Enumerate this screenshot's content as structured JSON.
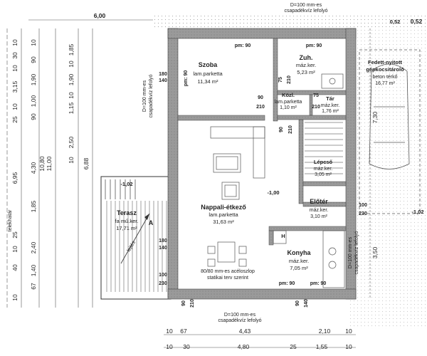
{
  "rooms": {
    "szoba": {
      "name": "Szoba",
      "floor": "lam.parketta",
      "area": "11,34 m²"
    },
    "zuh": {
      "name": "Zuh.",
      "floor": "máz.ker.",
      "area": "5,23 m²"
    },
    "kozl": {
      "name": "Közl.",
      "floor": "lam.parketta",
      "area": "1,10 m²"
    },
    "tar": {
      "name": "Tár",
      "floor": "máz.ker.",
      "area": "1,76 m²"
    },
    "nappali": {
      "name": "Nappali-étkező",
      "floor": "lam.parketta",
      "area": "31,63 m²"
    },
    "lepcso": {
      "name": "Lépcső",
      "floor": "máz.ker.",
      "area": "3,05 m²"
    },
    "eloter": {
      "name": "Előtér",
      "floor": "máz.ker.",
      "area": "3,10 m²"
    },
    "konyha": {
      "name": "Konyha",
      "floor": "máz.ker.",
      "area": "7,05 m²"
    },
    "terasz": {
      "name": "Terasz",
      "floor": "fa mű.ker.",
      "area": "17,71 m²"
    },
    "gepkocsi": {
      "line1": "Fedett-nyitott",
      "line2": "gépkocsitároló",
      "floor": "beton térkő",
      "area": "16,77 m²"
    }
  },
  "annotations": {
    "csap_top_a": "D=100 mm-es",
    "csap_top_b": "csapadékvíz lefolyó",
    "csap_left_a": "D=100 mm-es",
    "csap_left_b": "csapadékvíz lefolyó",
    "csap_right_a": "D=100 mm-es",
    "csap_right_b": "csapadékvíz lefolyó",
    "csap_bottom_a": "D=100 mm-es",
    "csap_bottom_b": "csapadékvíz lefolyó",
    "pillar_a": "80/80 mm-es acéloszlop",
    "pillar_b": "statikai terv szerint",
    "telekhatar": "telekhatár",
    "lejto": "lejtés",
    "section_marker": "A",
    "kitchen_h": "H"
  },
  "levels": {
    "terasz": "-1,02",
    "nappali": "-1,00",
    "right": "-1,02",
    "top_right": "0,52"
  },
  "openings": {
    "pm90_szoba": "pm: 90",
    "pm90_zuh": "pm: 90",
    "pm90_konyha": "pm: 90",
    "pm90_bottom": "pm: 90",
    "pm90_left": "pm: 90"
  },
  "dims": {
    "top_600": "6,00",
    "top_right_052": "0,52",
    "b1": [
      "10",
      "67",
      "4,43",
      "2,10",
      "10"
    ],
    "b2": [
      "10",
      "30",
      "4,80",
      "25",
      "1,55",
      "10"
    ],
    "v_far_left": [
      "10",
      "30",
      "10",
      "3,15",
      "10",
      "25",
      "6,95",
      "25",
      "10",
      "40",
      "10"
    ],
    "v_left2": [
      "10",
      "90",
      "1,90",
      "1,00",
      "90",
      "4,30",
      "1,85",
      "2,40",
      "1,40",
      "67"
    ],
    "v_left3": [
      "11,00",
      "10,80"
    ],
    "v_left4": [
      "1,85",
      "10",
      "1,90",
      "10",
      "1,15",
      "2,50",
      "10",
      "6,88"
    ],
    "v_right": [
      "7,30",
      "3,50"
    ],
    "door_180_a": "180",
    "door_140_a": "140",
    "door_90_a": "90",
    "door_210_a": "210",
    "door_75": "75",
    "door_210_b": "210",
    "door_210_c": "210",
    "door_90_b": "90",
    "door_75_b": "75",
    "door_100_a": "100",
    "door_230_a": "230",
    "door_180_b": "180",
    "door_140_b": "140",
    "door_100_b": "100",
    "door_230_b": "230",
    "door_90_c": "90",
    "door_210_d": "210",
    "door_90_d": "90",
    "door_140_c": "140",
    "door_210_e": "210"
  },
  "colors": {
    "wall": "#9a9a9a",
    "wall_edge": "#444444",
    "line": "#333333",
    "dim_line": "#555555",
    "hatch": "#bbbbbb"
  }
}
